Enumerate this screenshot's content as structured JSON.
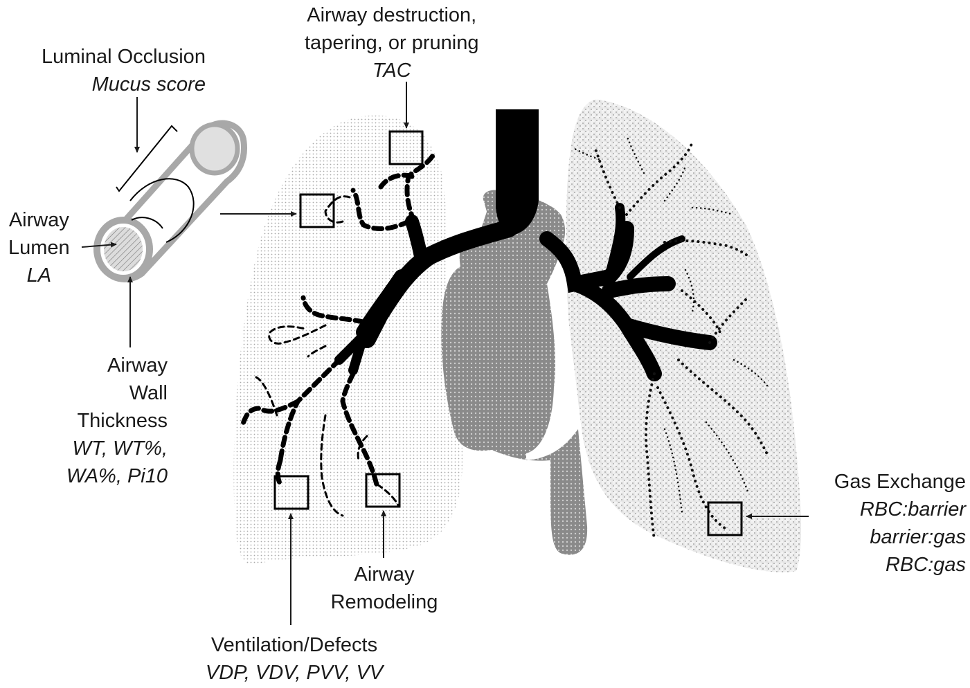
{
  "labels": {
    "luminal_occlusion": {
      "title": "Luminal Occlusion",
      "metric": "Mucus score"
    },
    "airway_destruction": {
      "line1": "Airway destruction,",
      "line2": "tapering, or pruning",
      "metric": "TAC"
    },
    "airway_lumen": {
      "line1": "Airway",
      "line2": "Lumen",
      "metric": "LA"
    },
    "airway_wall": {
      "line1": "Airway",
      "line2": "Wall",
      "line3": "Thickness",
      "metric1": "WT, WT%,",
      "metric2": "WA%, Pi10"
    },
    "ventilation": {
      "title": "Ventilation/Defects",
      "metric": "VDP, VDV, PVV, VV"
    },
    "remodeling": {
      "line1": "Airway",
      "line2": "Remodeling"
    },
    "gas_exchange": {
      "title": "Gas Exchange",
      "metric1": "RBC:barrier",
      "metric2": "barrier:gas",
      "metric3": "RBC:gas"
    }
  },
  "colors": {
    "lung_dots": "#bdbdbd",
    "heart": "#8c8c8c",
    "airway": "#000000",
    "tube": "#a8a8a8"
  }
}
